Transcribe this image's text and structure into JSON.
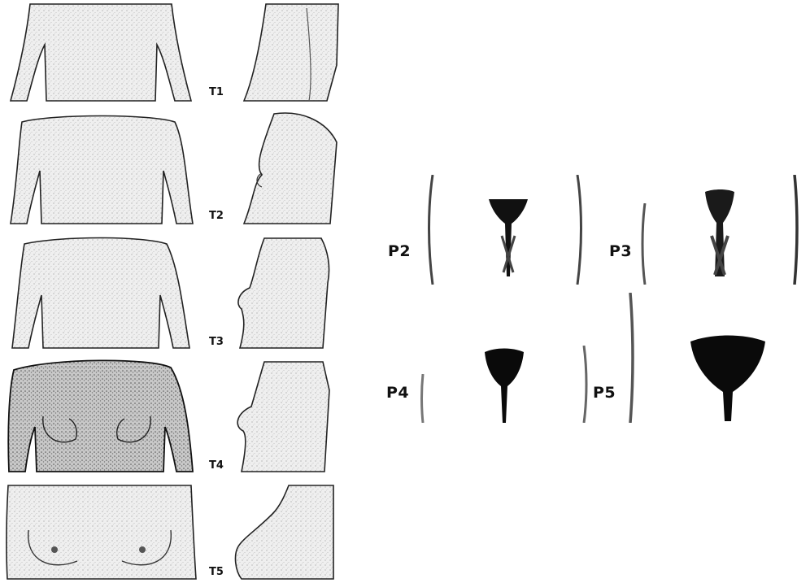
{
  "figure": {
    "tanner_breast_stages": [
      {
        "label": "T1"
      },
      {
        "label": "T2"
      },
      {
        "label": "T3"
      },
      {
        "label": "T4"
      },
      {
        "label": "T5"
      }
    ],
    "tanner_pubic_stages": [
      {
        "label": "P2"
      },
      {
        "label": "P3"
      },
      {
        "label": "P4"
      },
      {
        "label": "P5"
      }
    ]
  }
}
